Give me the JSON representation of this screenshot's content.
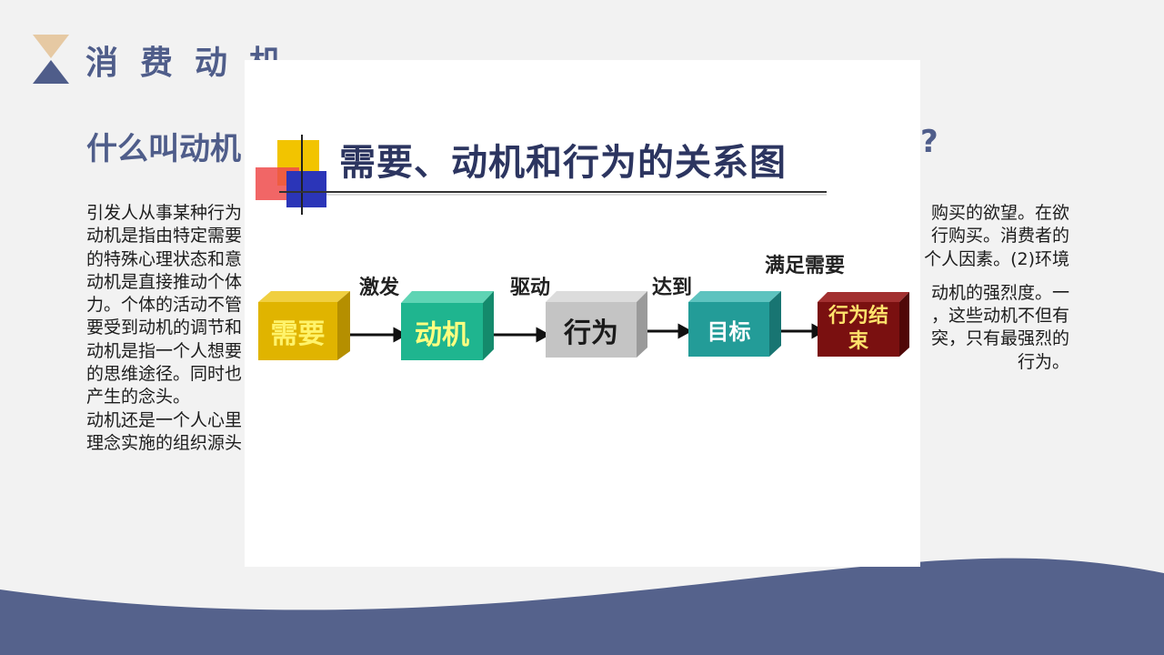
{
  "page": {
    "title": "消费动机",
    "question": "什么叫动机",
    "question_end": "?"
  },
  "left_text": [
    "引发人从事某种行为",
    "动机是指由特定需要",
    "的特殊心理状态和意",
    "动机是直接推动个体",
    "力。个体的活动不管",
    "要受到动机的调节和",
    "动机是指一个人想要",
    "的思维途径。同时也",
    "产生的念头。",
    "动机还是一个人心里",
    "理念实施的组织源头"
  ],
  "right_text": [
    "购买的欲望。在欲",
    "行购买。消费者的",
    "个人因素。(2)环境",
    "",
    "动机的强烈度。一",
    "，这些动机不但有",
    "突，只有最强烈的",
    "行为。"
  ],
  "diagram": {
    "title": "需要、动机和行为的关系图",
    "nodes": [
      {
        "label": "需要",
        "face": "#e0b400",
        "side": "#b58f00",
        "top": "#f0cf40",
        "text": "#fff36b"
      },
      {
        "label": "动机",
        "face": "#1fb58f",
        "side": "#148a6c",
        "top": "#5fd4b4",
        "text": "#ffff80"
      },
      {
        "label": "行为",
        "face": "#c4c4c4",
        "side": "#9a9a9a",
        "top": "#dcdcdc",
        "text": "#1a1a1a"
      },
      {
        "label": "目标",
        "face": "#239c98",
        "side": "#187572",
        "top": "#5ec3bf",
        "text": "#ffffff"
      },
      {
        "label": "行为结束",
        "face": "#7a1010",
        "side": "#500808",
        "top": "#a23030",
        "text": "#ffe26b"
      }
    ],
    "arrows": [
      "激发",
      "驱动",
      "达到",
      "满足需要"
    ]
  },
  "colors": {
    "accent": "#4f5d8a",
    "wave": "#55628c",
    "logo_top": "#e6c9a3",
    "logo_bottom": "#4f5d8a"
  }
}
